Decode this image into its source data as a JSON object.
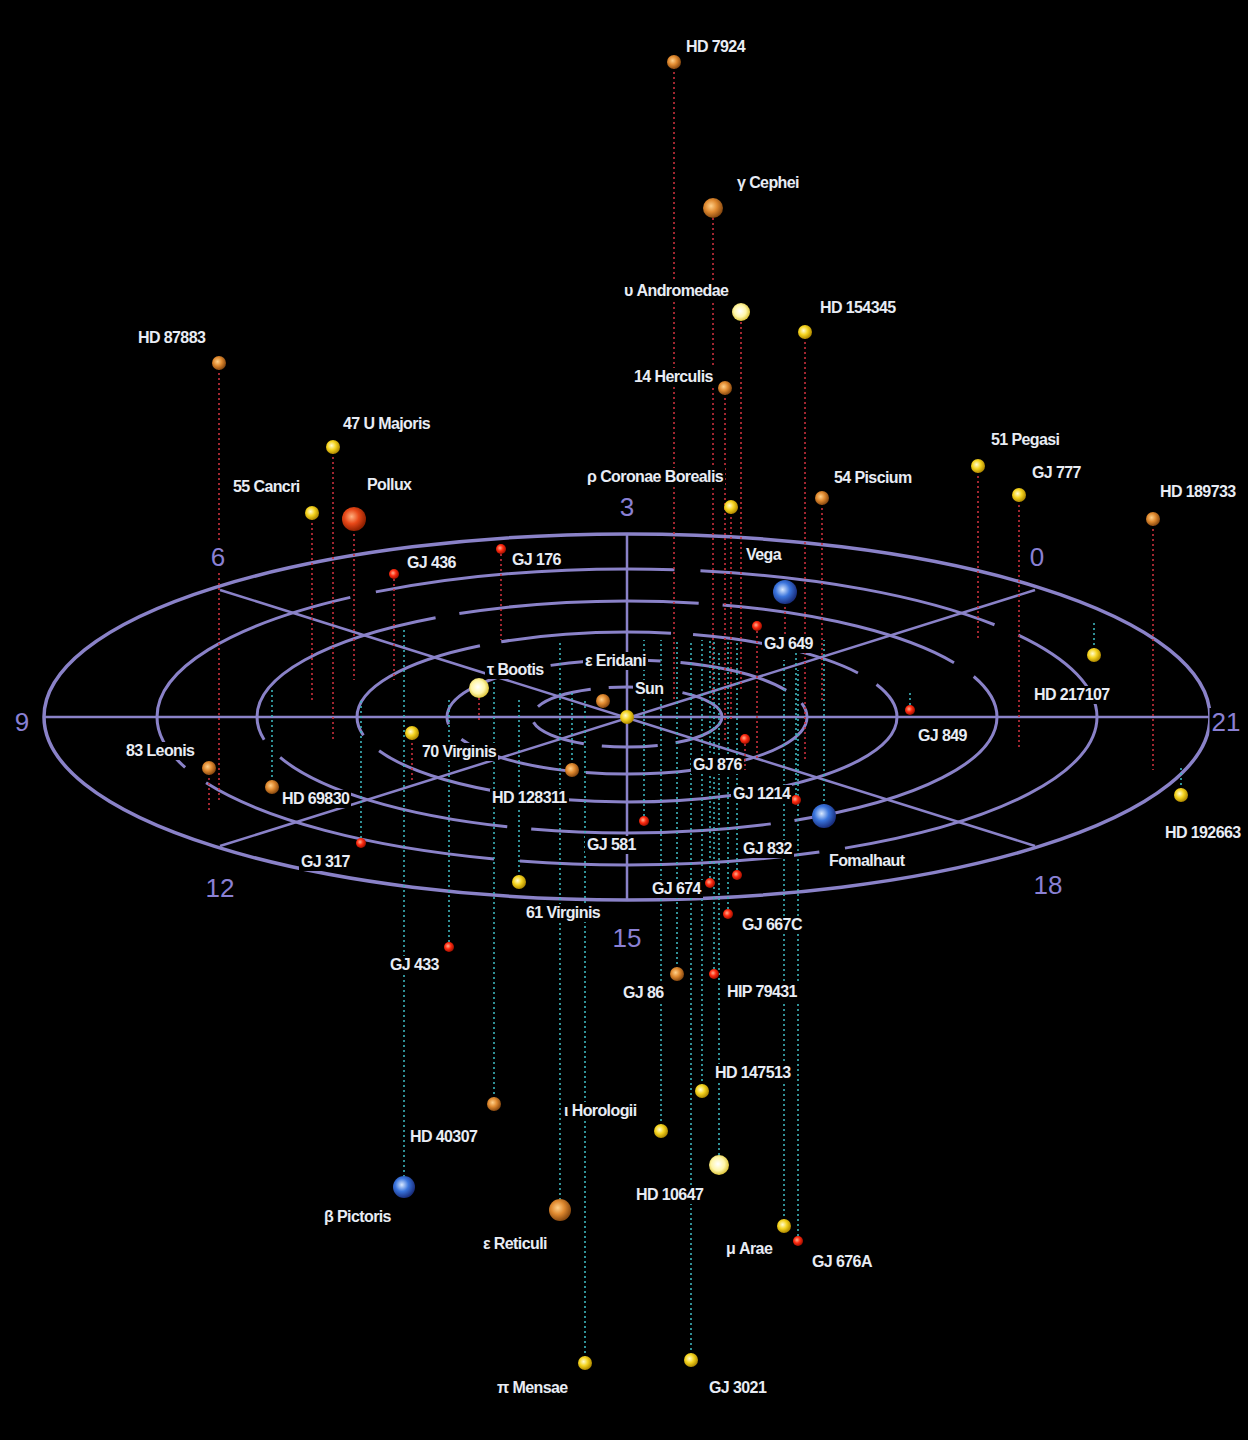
{
  "diagram": {
    "labels": [
      "HD 7924",
      "γ Cephei",
      "υ Andromedae",
      "HD 154345",
      "14 Herculis",
      "HD 87883",
      "47 U Majoris",
      "51 Pegasi",
      "GJ 777",
      "55 Cancri",
      "Pollux",
      "ρ Coronae Borealis",
      "54 Piscium",
      "HD 189733",
      "GJ 436",
      "GJ 176",
      "Vega",
      "GJ 649",
      "τ Bootis",
      "ε Eridani",
      "Sun",
      "HD 217107",
      "GJ 849",
      "83 Leonis",
      "70 Virginis",
      "GJ 876",
      "GJ 1214",
      "HD 69830",
      "HD 128311",
      "GJ 581",
      "GJ 832",
      "HD 192663",
      "Fomalhaut",
      "GJ 317",
      "GJ 674",
      "61 Virginis",
      "GJ 667C",
      "GJ 433",
      "GJ 86",
      "HIP 79431",
      "HD 147513",
      "ι Horologii",
      "HD 40307",
      "HD 10647",
      "β Pictoris",
      "ε Reticuli",
      "μ Arae",
      "GJ 676A",
      "π Mensae",
      "GJ 3021",
      "3",
      "6",
      "0",
      "9",
      "21",
      "12",
      "15",
      "18"
    ]
  }
}
